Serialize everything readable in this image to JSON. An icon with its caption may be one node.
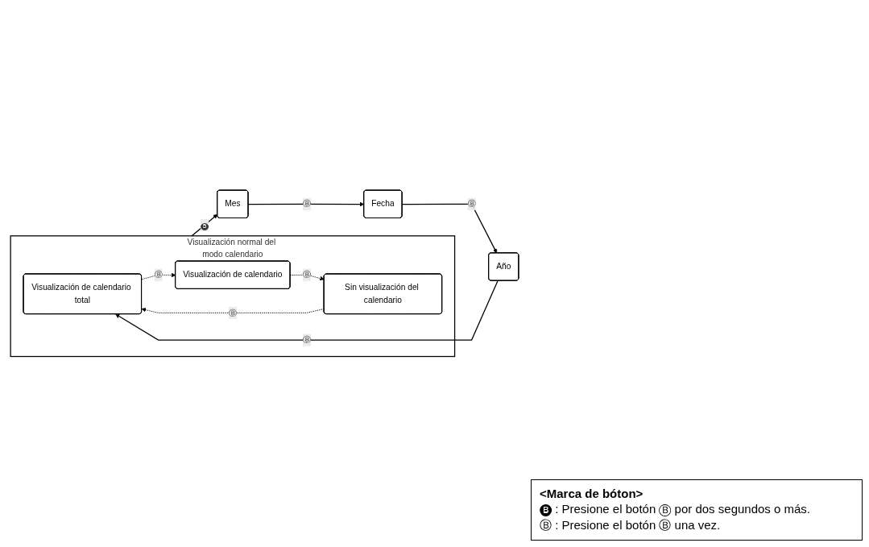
{
  "diagram": {
    "nodes": [
      {
        "text": [
          "Visualización normal del modo calendario"
        ]
      },
      {
        "text": [
          "Visualización de calendario total"
        ],
        "in": 0
      },
      {
        "text": [
          "Visualización de calendario"
        ],
        "in": 0
      },
      {
        "text": [
          "Sin visualización del calendario"
        ],
        "in": 0
      },
      {
        "text": [
          "Mes"
        ]
      },
      {
        "text": [
          "Fecha"
        ]
      },
      {
        "text": [
          "Año"
        ]
      }
    ],
    "edges": [
      {
        "from": 0,
        "to": 4,
        "arrow": "to",
        "label": "🅑"
      },
      {
        "from": 4,
        "to": 5,
        "arrow": "to",
        "label": "Ⓑ"
      },
      {
        "from": 5,
        "to": 6,
        "arrow": "to",
        "label": "Ⓑ"
      },
      {
        "from": 6,
        "to": 1,
        "arrow": "to",
        "label": "Ⓑ"
      },
      {
        "from": 1,
        "to": 2,
        "arrow": "to",
        "label": "Ⓑ",
        "style": "dashed"
      },
      {
        "from": 2,
        "to": 3,
        "arrow": "to",
        "label": "Ⓑ",
        "style": "dashed"
      },
      {
        "from": 3,
        "to": 1,
        "arrow": "to",
        "label": "Ⓑ",
        "style": "dashed"
      }
    ],
    "labels": [
      "<Marca de bóton>",
      "🅑 : Presione el botón Ⓑ por dos segundos o más.",
      "Ⓑ : Presione el botón Ⓑ una vez."
    ]
  }
}
